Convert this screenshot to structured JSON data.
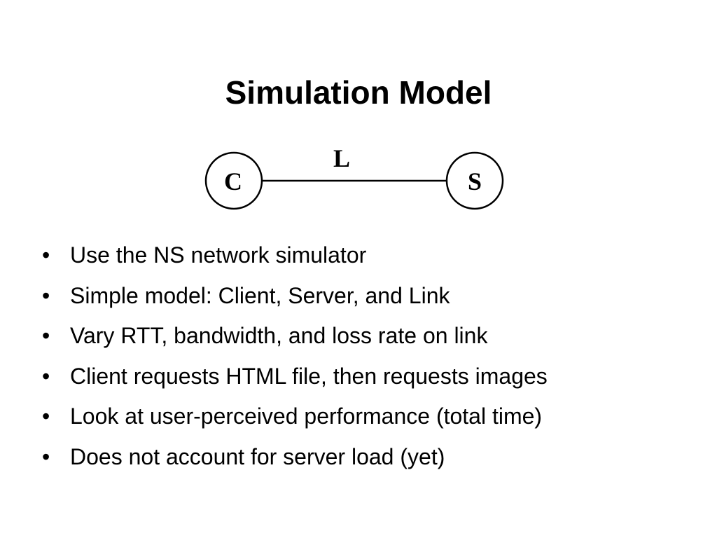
{
  "slide": {
    "title": "Simulation Model"
  },
  "diagram": {
    "client_label": "C",
    "server_label": "S",
    "link_label": "L"
  },
  "bullets": [
    "Use the NS network simulator",
    "Simple model: Client, Server, and Link",
    "Vary RTT, bandwidth, and loss rate on link",
    "Client requests HTML file, then requests images",
    "Look at user-perceived performance (total time)",
    "Does not account for server load (yet)"
  ],
  "colors": {
    "text": "#000000",
    "background": "#ffffff"
  }
}
